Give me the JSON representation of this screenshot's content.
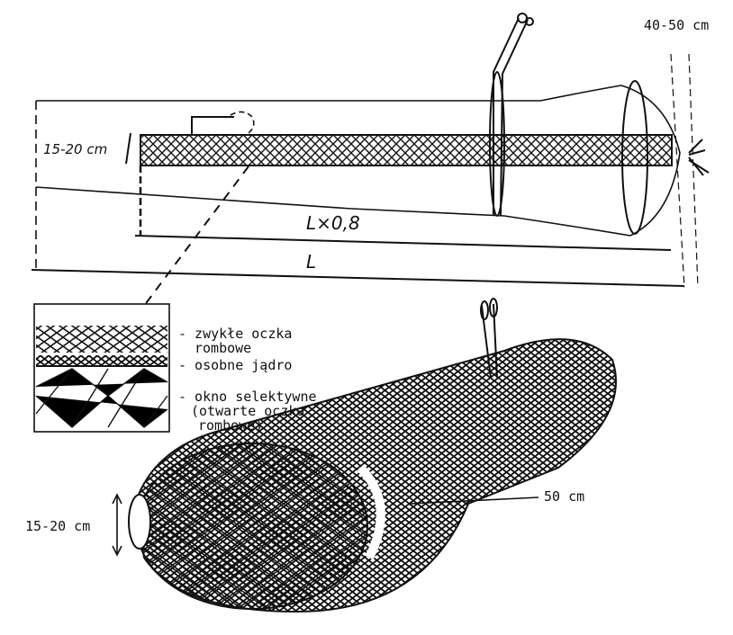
{
  "top_view": {
    "cod_end_width": "40-50 cm",
    "window_height": "15-20 cm",
    "window_length": "L×0,8",
    "total_length": "L"
  },
  "legend": {
    "items": [
      {
        "line1": "- zwykłe oczka",
        "line2": "rombowe"
      },
      {
        "line1": "- osobne jądro",
        "line2": ""
      },
      {
        "line1": "- okno selektywne",
        "line2": "(otwarte oczka",
        "line3": "rombowe)"
      }
    ]
  },
  "perspective_view": {
    "opening": "50 cm",
    "window_height": "15-20 cm"
  },
  "colors": {
    "ink": "#111111",
    "paper": "#ffffff"
  }
}
